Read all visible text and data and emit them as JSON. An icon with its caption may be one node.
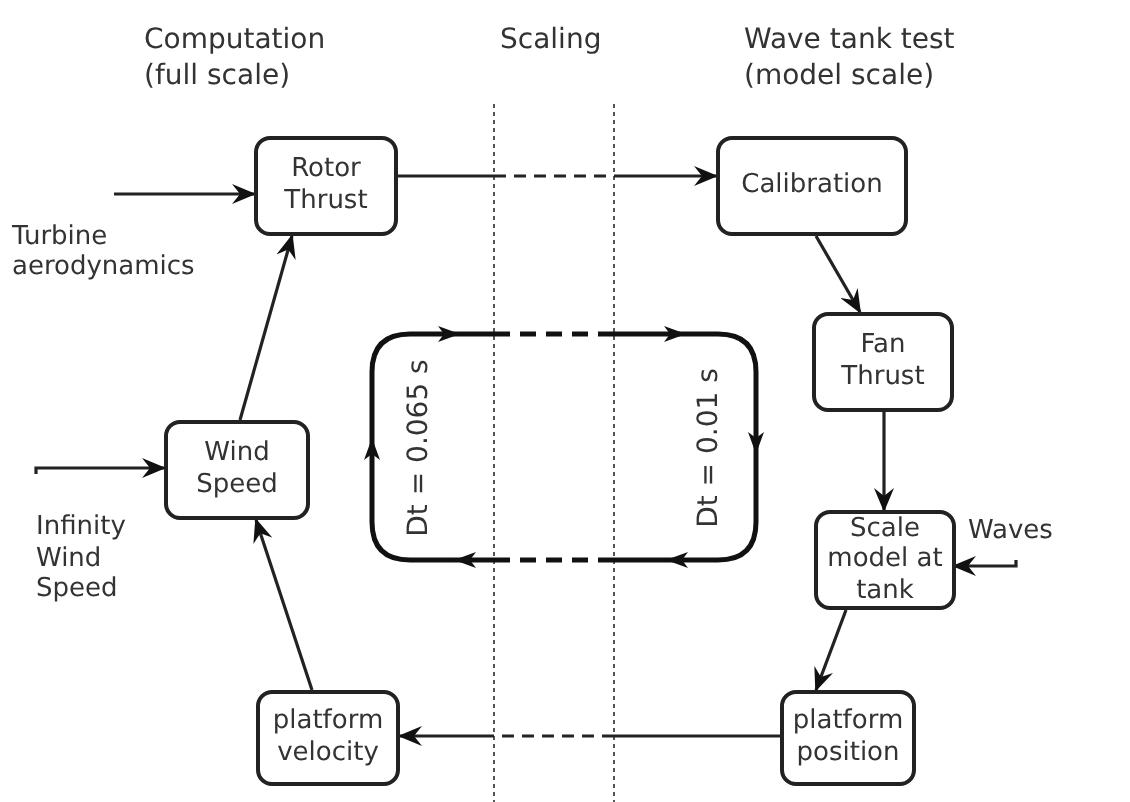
{
  "diagram": {
    "nodes": [
      {
        "text": [
          "Rotor Thrust"
        ]
      },
      {
        "text": [
          "Calibration"
        ]
      },
      {
        "text": [
          "Fan Thrust"
        ]
      },
      {
        "text": [
          "Scale model at tank"
        ]
      },
      {
        "text": [
          "platform position"
        ]
      },
      {
        "text": [
          "platform velocity"
        ]
      },
      {
        "text": [
          "Wind Speed"
        ]
      },
      {
        "text": [
          "Turbine aerodynamics"
        ]
      },
      {
        "text": [
          "Infinity Wind Speed"
        ]
      },
      {
        "text": [
          "Waves"
        ]
      }
    ],
    "edges": [
      {
        "from": 7,
        "to": 0,
        "arrow": "to"
      },
      {
        "from": 6,
        "to": 0,
        "arrow": "to"
      },
      {
        "from": 0,
        "to": 1,
        "arrow": "to",
        "style": "dashed"
      },
      {
        "from": 1,
        "to": 2,
        "arrow": "to"
      },
      {
        "from": 2,
        "to": 3,
        "arrow": "to"
      },
      {
        "from": 9,
        "to": 3,
        "arrow": "to"
      },
      {
        "from": 3,
        "to": 4,
        "arrow": "to"
      },
      {
        "from": 4,
        "to": 5,
        "arrow": "to",
        "style": "dashed"
      },
      {
        "from": 5,
        "to": 6,
        "arrow": "to"
      },
      {
        "from": 8,
        "to": 6,
        "arrow": "to"
      }
    ],
    "labels": [
      "Computation (full scale)",
      "Scaling",
      "Wave tank test (model scale)",
      "Dt = 0.065 s",
      "Dt = 0.01 s"
    ]
  }
}
